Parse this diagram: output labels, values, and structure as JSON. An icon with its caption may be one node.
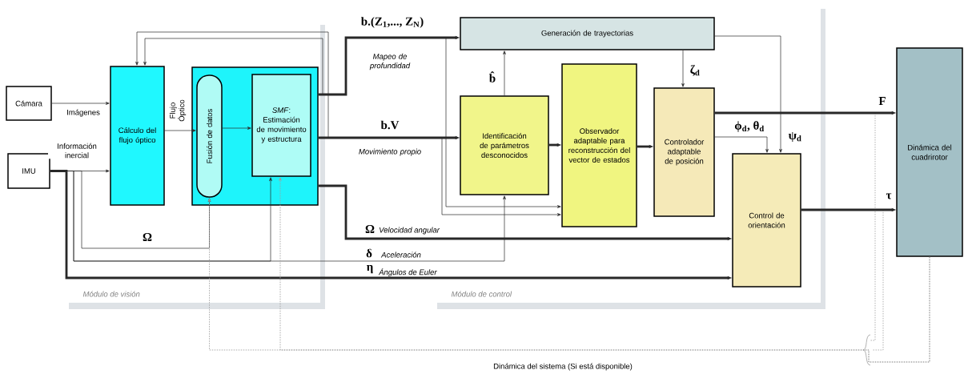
{
  "diagram": {
    "nodes": [
      {
        "text": [
          "Módulo de visión"
        ]
      },
      {
        "text": [
          "Módulo de control"
        ]
      },
      {
        "text": [
          "Cámara"
        ]
      },
      {
        "text": [
          "IMU"
        ]
      },
      {
        "text": [
          "Cálculo del flujo óptico"
        ],
        "in": 0
      },
      {
        "text": [],
        "shape": "box",
        "in": 0
      },
      {
        "text": [
          "Fusión de datos"
        ],
        "in": 5
      },
      {
        "text": [
          "*SMF*: Estimación de movimiento y estructura"
        ],
        "in": 5
      },
      {
        "text": [
          "Generación de trayectorias"
        ],
        "in": 1
      },
      {
        "text": [
          "Identificación de parámetros desconocidos"
        ],
        "in": 1
      },
      {
        "text": [
          "Observador adaptable para reconstrucción del vector de estados"
        ],
        "in": 1
      },
      {
        "text": [
          "Controlador adaptable de posición"
        ],
        "in": 1
      },
      {
        "text": [
          "Control de orientación"
        ],
        "in": 1
      },
      {
        "text": [
          "Dinámica del cuadrirotor"
        ]
      }
    ],
    "edges": [
      {
        "from": 2,
        "to": 4,
        "arrow": "to",
        "label": "Imágenes"
      },
      {
        "from": 3,
        "to": 4,
        "arrow": "to",
        "label": "Información inercial"
      },
      {
        "from": 4,
        "to": 6,
        "arrow": "to",
        "label": "Flujo Óptico"
      },
      {
        "from": 6,
        "to": 7,
        "arrow": "to"
      },
      {
        "from": 3,
        "to": 6,
        "arrow": "to",
        "label": "Ω"
      },
      {
        "from": 3,
        "to": 7,
        "arrow": "to"
      },
      {
        "from": 3,
        "to": 9,
        "arrow": "to",
        "label": "δ"
      },
      {
        "from": 3,
        "to": 12,
        "arrow": "to",
        "label": "η",
        "style": "thick"
      },
      {
        "from": 5,
        "to": 4,
        "arrow": "to"
      },
      {
        "from": 5,
        "to": 4,
        "arrow": "to"
      },
      {
        "from": 5,
        "to": 8,
        "arrow": "to",
        "label": "b.(Z$_{1}$,..., Z$_{N}$)",
        "style": "thick"
      },
      {
        "from": 5,
        "to": 9,
        "arrow": "to",
        "label": "b.V",
        "style": "thick"
      },
      {
        "from": 5,
        "to": 10,
        "arrow": "to"
      },
      {
        "from": 5,
        "to": 10,
        "arrow": "to"
      },
      {
        "from": 5,
        "to": 12,
        "arrow": "to",
        "label": "Ω",
        "style": "thick"
      },
      {
        "from": 9,
        "to": 8,
        "arrow": "to",
        "label": "b̂"
      },
      {
        "from": 9,
        "to": 10,
        "arrow": "to",
        "style": "thick"
      },
      {
        "from": 10,
        "to": 11,
        "arrow": "to",
        "style": "thick"
      },
      {
        "from": 8,
        "to": 11,
        "arrow": "to",
        "label": "ζ$_{d}$"
      },
      {
        "from": 8,
        "to": 12,
        "arrow": "to",
        "label": "ψ$_{d}$"
      },
      {
        "from": 11,
        "to": 12,
        "arrow": "to",
        "label": "ϕ$_{d}$, θ$_{d}$"
      },
      {
        "from": 11,
        "to": 13,
        "arrow": "to",
        "label": "F",
        "style": "thick"
      },
      {
        "from": 12,
        "to": 13,
        "arrow": "to",
        "label": "τ",
        "style": "thick"
      },
      {
        "from": 13,
        "to": 6,
        "arrow": "to",
        "style": "dashed",
        "color": "#a0a0a0"
      },
      {
        "from": 13,
        "to": 7,
        "arrow": "to",
        "style": "dashed",
        "color": "#a0a0a0"
      }
    ],
    "labels": [
      "Mapeo de profundidad",
      "Movimiento propio",
      "Velocidad angular",
      "Aceleración",
      "Ángulos de Euler",
      "Dinámica del sistema (Si está disponible)"
    ]
  }
}
